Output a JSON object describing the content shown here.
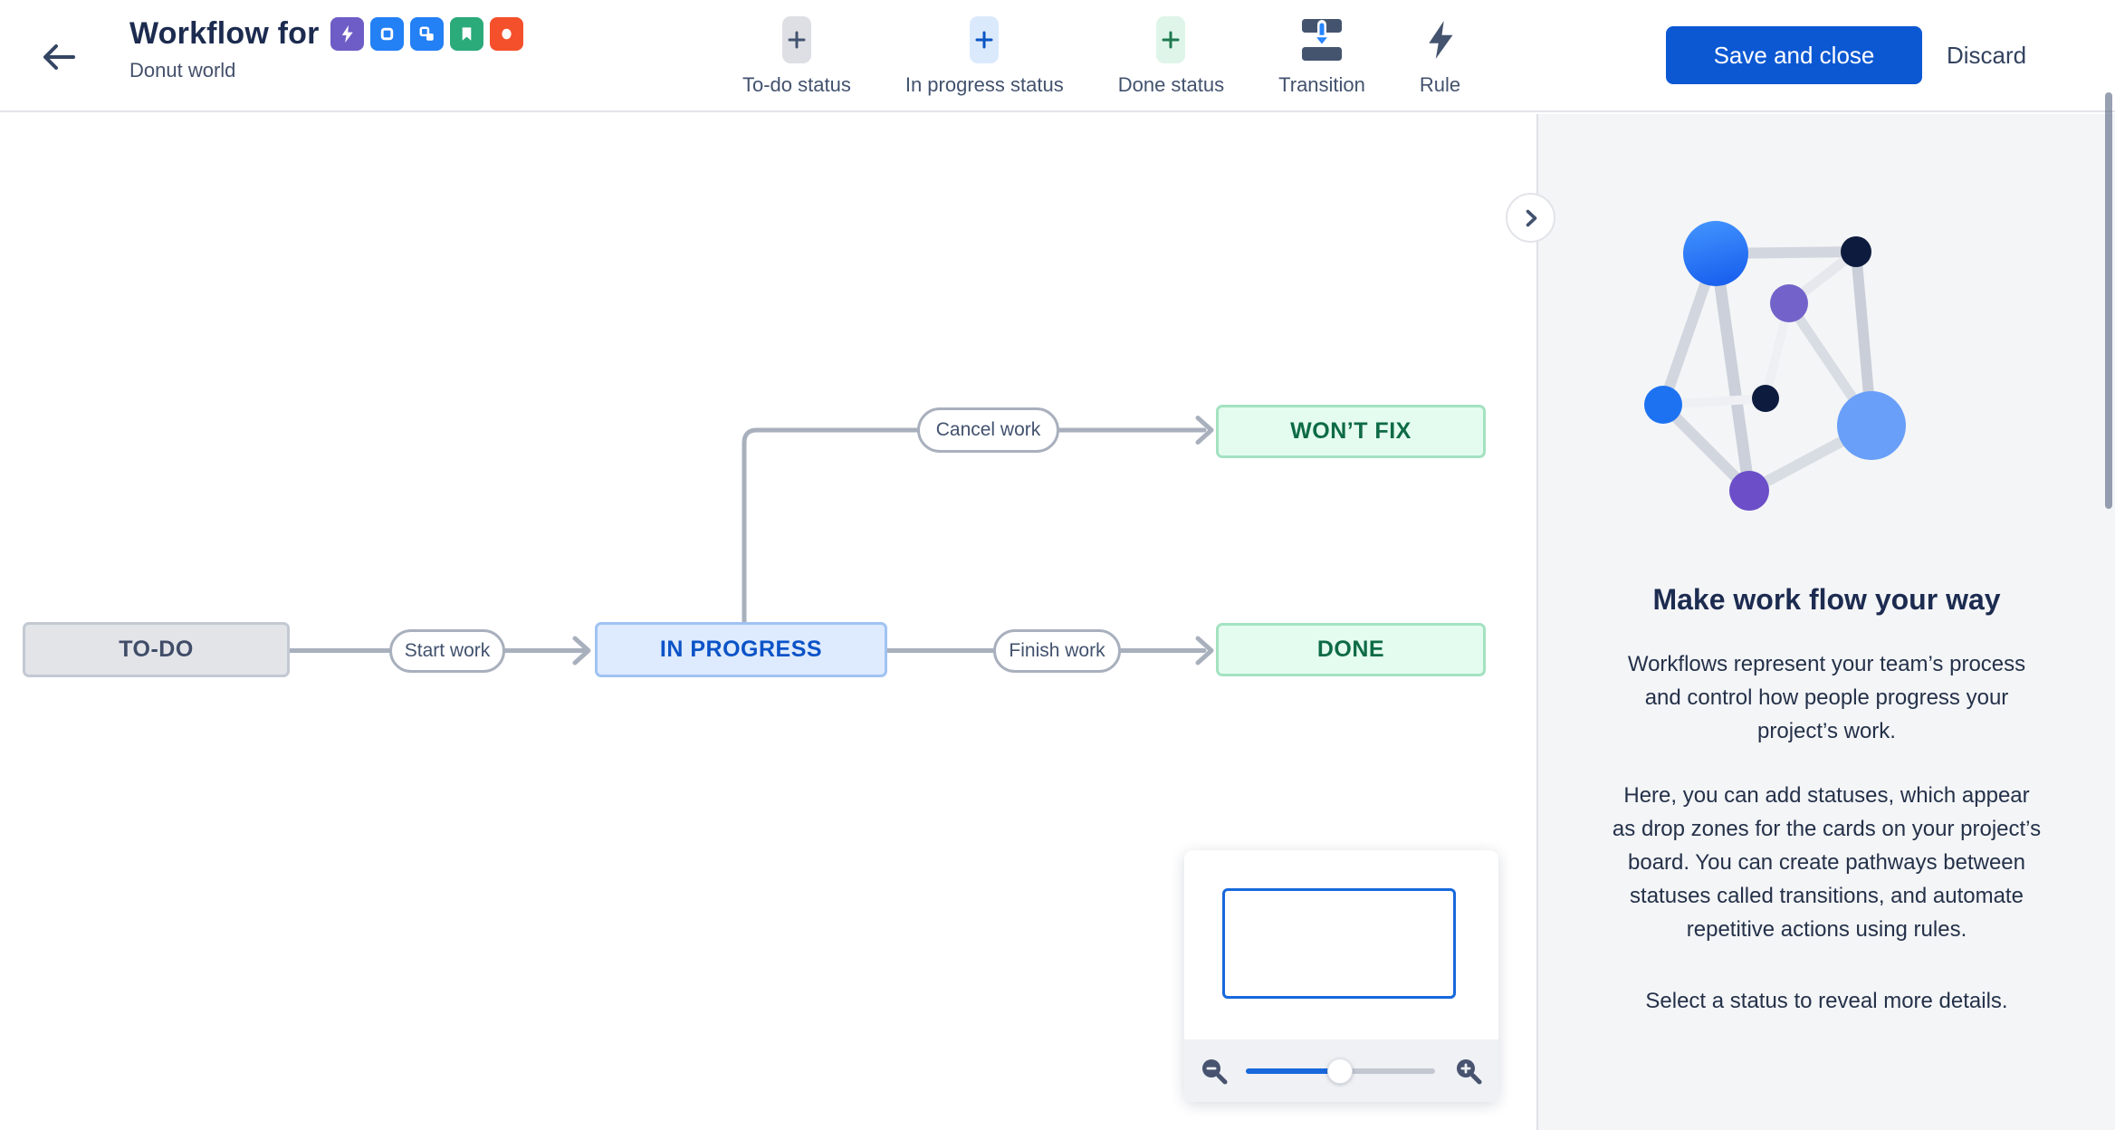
{
  "header": {
    "title": "Workflow for",
    "subtitle": "Donut world",
    "issue_type_icons": [
      {
        "name": "bolt-icon",
        "color": "#6E5DC6"
      },
      {
        "name": "story-icon",
        "color": "#2380F5"
      },
      {
        "name": "subtask-icon",
        "color": "#2380F5"
      },
      {
        "name": "bookmark-icon",
        "color": "#2BAA7A"
      },
      {
        "name": "epic-circle-icon",
        "color": "#F4502C"
      }
    ],
    "save_button": "Save and close",
    "discard_button": "Discard"
  },
  "toolbar": {
    "items": [
      {
        "label": "To-do status",
        "icon": "plus-chip-gray"
      },
      {
        "label": "In progress status",
        "icon": "plus-chip-blue"
      },
      {
        "label": "Done status",
        "icon": "plus-chip-green"
      },
      {
        "label": "Transition",
        "icon": "transition-icon"
      },
      {
        "label": "Rule",
        "icon": "lightning-icon"
      }
    ]
  },
  "workflow": {
    "statuses": [
      {
        "label": "TO-DO",
        "category": "todo",
        "bg": "#E2E4E8",
        "border": "#C3C9D2",
        "text": "#404D68"
      },
      {
        "label": "IN PROGRESS",
        "category": "in-progress",
        "bg": "#DEEBFF",
        "border": "#9FC3F2",
        "text": "#0B53C7"
      },
      {
        "label": "DONE",
        "category": "done",
        "bg": "#E4FCEF",
        "border": "#A3E2C1",
        "text": "#0E6B45"
      },
      {
        "label": "WON’T FIX",
        "category": "done",
        "bg": "#E4FCEF",
        "border": "#A3E2C1",
        "text": "#0E6B45"
      }
    ],
    "transitions": [
      {
        "label": "Start work",
        "from": "TO-DO",
        "to": "IN PROGRESS"
      },
      {
        "label": "Finish work",
        "from": "IN PROGRESS",
        "to": "DONE"
      },
      {
        "label": "Cancel work",
        "from": "IN PROGRESS",
        "to": "WON’T FIX"
      }
    ],
    "edge_color": "#A9B0BD"
  },
  "minimap": {
    "zoom_out_icon": "magnifier-minus-icon",
    "zoom_in_icon": "magnifier-plus-icon",
    "slider_position_fraction": 0.5,
    "viewport_border_color": "#1868DB"
  },
  "panel": {
    "heading": "Make work flow your way",
    "paragraphs": [
      "Workflows represent your team’s process and control how people progress your project’s work.",
      "Here, you can add statuses, which appear as drop zones for the cards on your project’s board. You can create pathways between statuses called transitions, and automate repetitive actions using rules.",
      "Select a status to reveal more details."
    ],
    "collapse_icon": "chevron-right-icon",
    "background": "#F4F5F7"
  },
  "colors": {
    "accent_blue": "#0C58D3",
    "header_border": "#E2E4E9",
    "toolbar_icon_slate": "#44546F"
  }
}
